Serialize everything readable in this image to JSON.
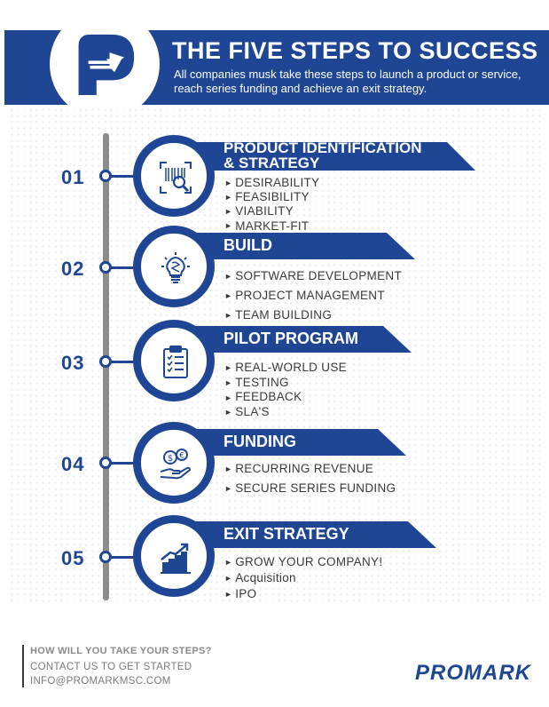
{
  "header": {
    "title": "THE FIVE STEPS TO SUCCESS",
    "subtitle": "All companies musk take these steps to launch a product or service, reach series funding and achieve an exit strategy.",
    "logo_icon": "promark-p-arrow-logo"
  },
  "steps": [
    {
      "number": "01",
      "title_line1": "PRODUCT IDENTIFICATION",
      "title_line2": "& STRATEGY",
      "icon": "barcode-magnifier-icon",
      "items": [
        "DESIRABILITY",
        "FEASIBILITY",
        "VIABILITY",
        "MARKET-FIT"
      ]
    },
    {
      "number": "02",
      "title_line1": "BUILD",
      "icon": "lightbulb-icon",
      "items": [
        "SOFTWARE DEVELOPMENT",
        "PROJECT MANAGEMENT",
        "TEAM BUILDING"
      ]
    },
    {
      "number": "03",
      "title_line1": "PILOT PROGRAM",
      "icon": "clipboard-checklist-icon",
      "items": [
        "REAL-WORLD USE",
        "TESTING",
        "FEEDBACK",
        "SLA'S"
      ]
    },
    {
      "number": "04",
      "title_line1": "FUNDING",
      "icon": "hand-coins-icon",
      "items": [
        "RECURRING REVENUE",
        "SECURE SERIES FUNDING"
      ]
    },
    {
      "number": "05",
      "title_line1": "EXIT STRATEGY",
      "icon": "growth-chart-icon",
      "items": [
        "GROW YOUR COMPANY!",
        "Acquisition",
        "IPO"
      ]
    }
  ],
  "footer": {
    "question": "HOW WILL YOU TAKE YOUR STEPS?",
    "contact": "CONTACT US TO GET STARTED",
    "email": "INFO@PROMARKMSC.COM",
    "brand": "PROMARK"
  },
  "colors": {
    "brand_blue": "#1f4694",
    "text_gray": "#3a3a3a",
    "line_gray": "#8c8c8c"
  }
}
